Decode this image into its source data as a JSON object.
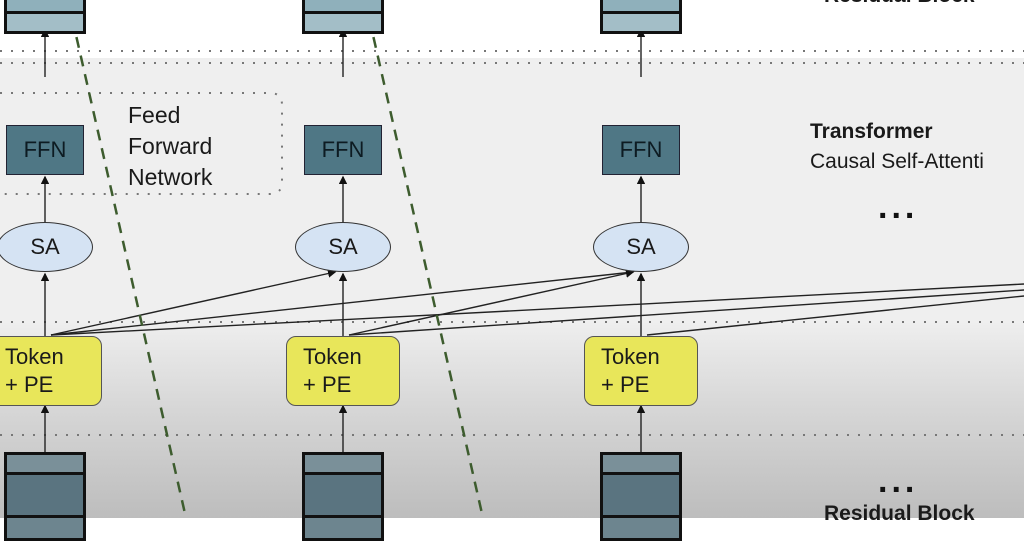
{
  "diagram": {
    "labels": {
      "residual_block_top": "Residual Block",
      "residual_block_bottom": "Residual Block",
      "ffn_note_lines": [
        "Feed",
        "Forward",
        "Network"
      ],
      "transformer_title": "Transformer",
      "transformer_subtitle": "Causal Self-Attenti",
      "ellipsis_transformer": "...",
      "ellipsis_residual": "..."
    },
    "columns": [
      {
        "ffn": "FFN",
        "sa": "SA",
        "token_line1": "Token",
        "token_line2": "+ PE"
      },
      {
        "ffn": "FFN",
        "sa": "SA",
        "token_line1": "Token",
        "token_line2": "+ PE"
      },
      {
        "ffn": "FFN",
        "sa": "SA",
        "token_line1": "Token",
        "token_line2": "+ PE"
      }
    ],
    "colors": {
      "ffn_fill": "#4f7785",
      "sa_fill": "#d5e3f3",
      "token_fill": "#e8e65a",
      "residual_top_fill": "#9fbac4",
      "residual_bottom_fill": "#5a7480",
      "causal_boundary": "#3d5c2e"
    },
    "attention_links": [
      {
        "from": 0,
        "to": 1
      },
      {
        "from": 0,
        "to": 2
      },
      {
        "from": 1,
        "to": 2
      },
      {
        "from": 0,
        "to": "offscreen"
      },
      {
        "from": 1,
        "to": "offscreen"
      },
      {
        "from": 2,
        "to": "offscreen"
      }
    ]
  }
}
